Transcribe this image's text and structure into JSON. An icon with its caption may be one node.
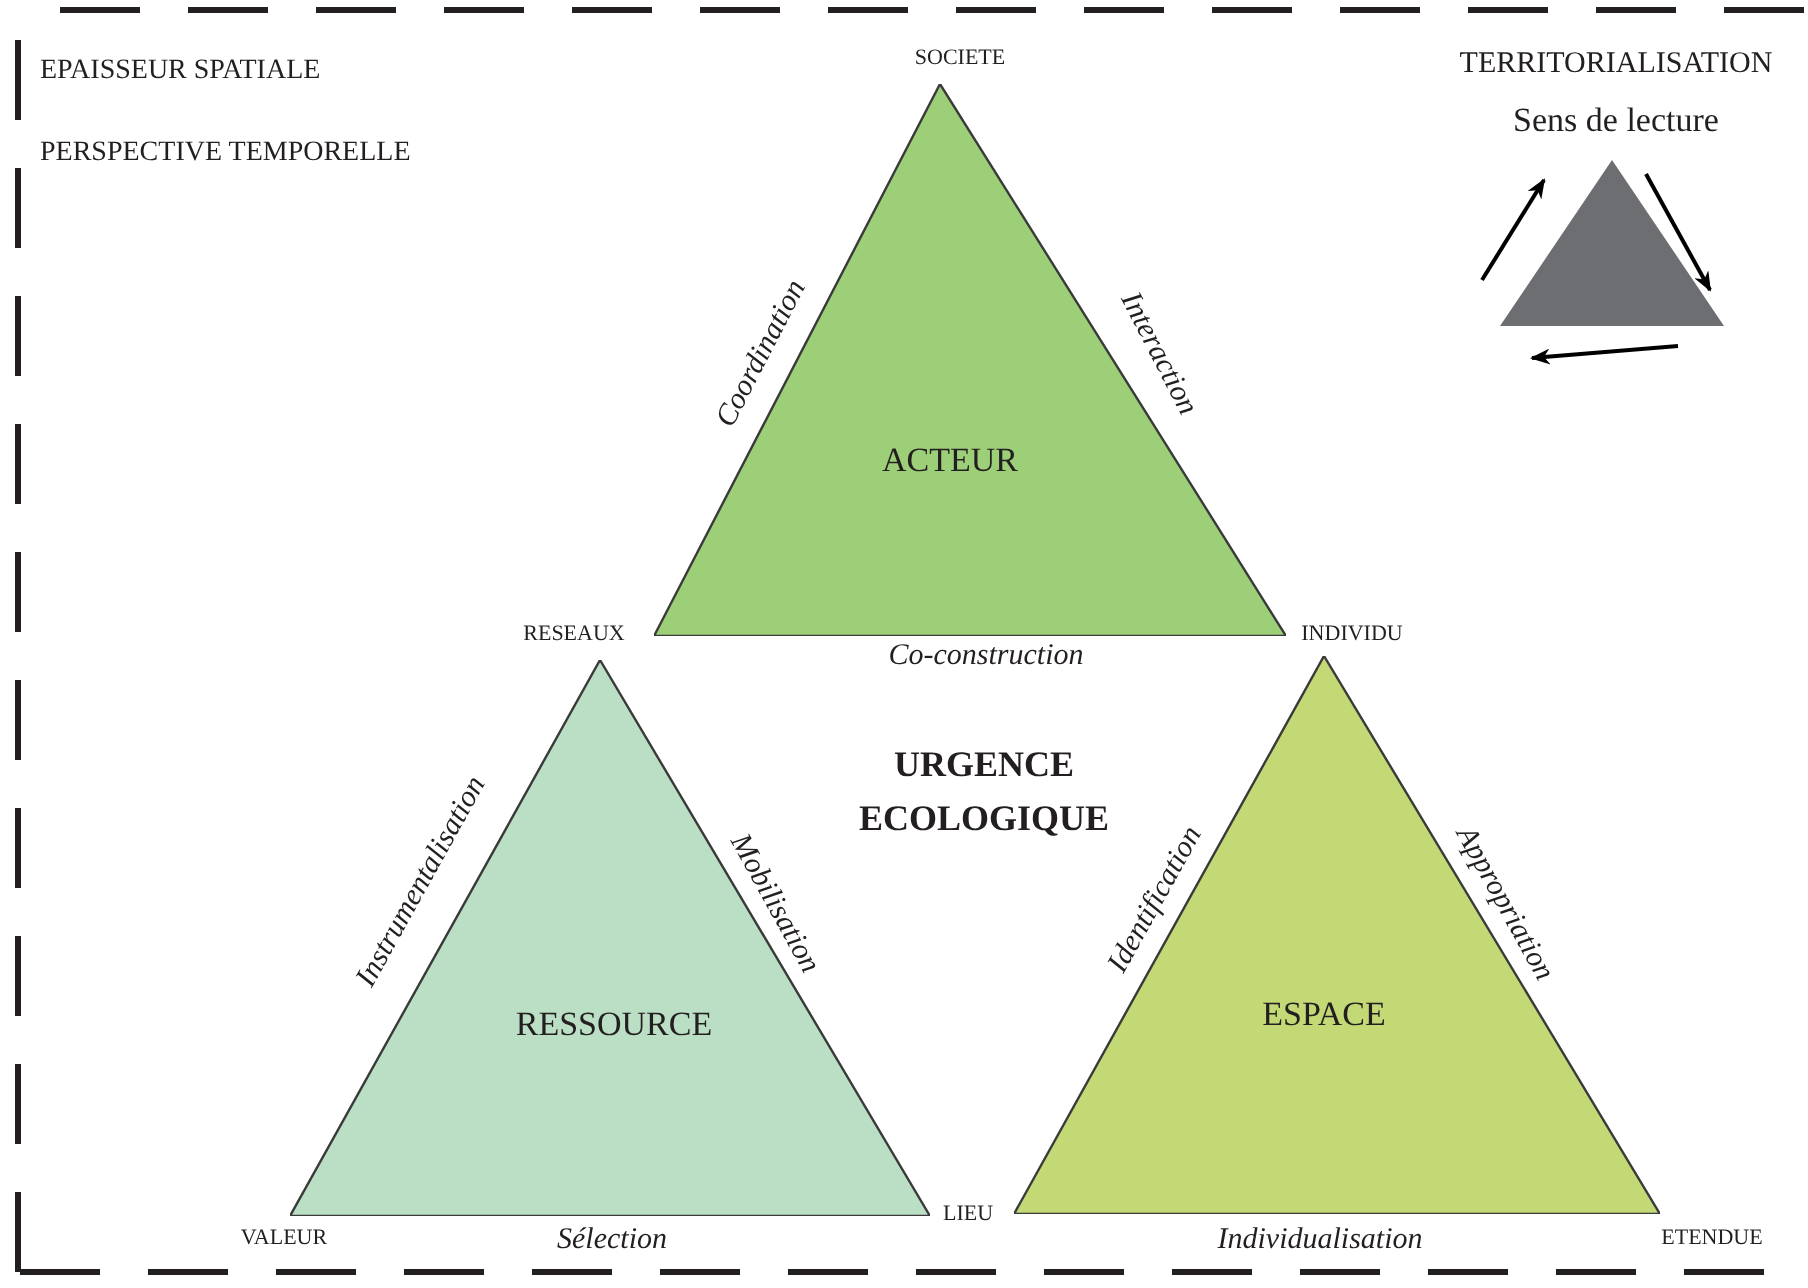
{
  "diagram": {
    "nodes": [
      {
        "text": [
          "ACTEUR"
        ],
        "beside": [
          "SOCIETE",
          "Coordination",
          "Interaction",
          "RESEAUX",
          "Co-construction",
          "INDIVIDU"
        ]
      },
      {
        "text": [
          "RESSOURCE"
        ],
        "beside": [
          "Instrumentalisation",
          "Mobilisation",
          "VALEUR",
          "Sélection"
        ]
      },
      {
        "text": [
          "ESPACE"
        ],
        "beside": [
          "LIEU",
          "Identification",
          "Appropriation",
          "Individualisation",
          "ETENDUE"
        ]
      }
    ],
    "edges": [],
    "labels": [
      "EPAISSEUR SPATIALE",
      "PERSPECTIVE TEMPORELLE",
      "TERRITORIALISATION",
      "Sens de lecture",
      "URGENCE ECOLOGIQUE"
    ]
  }
}
